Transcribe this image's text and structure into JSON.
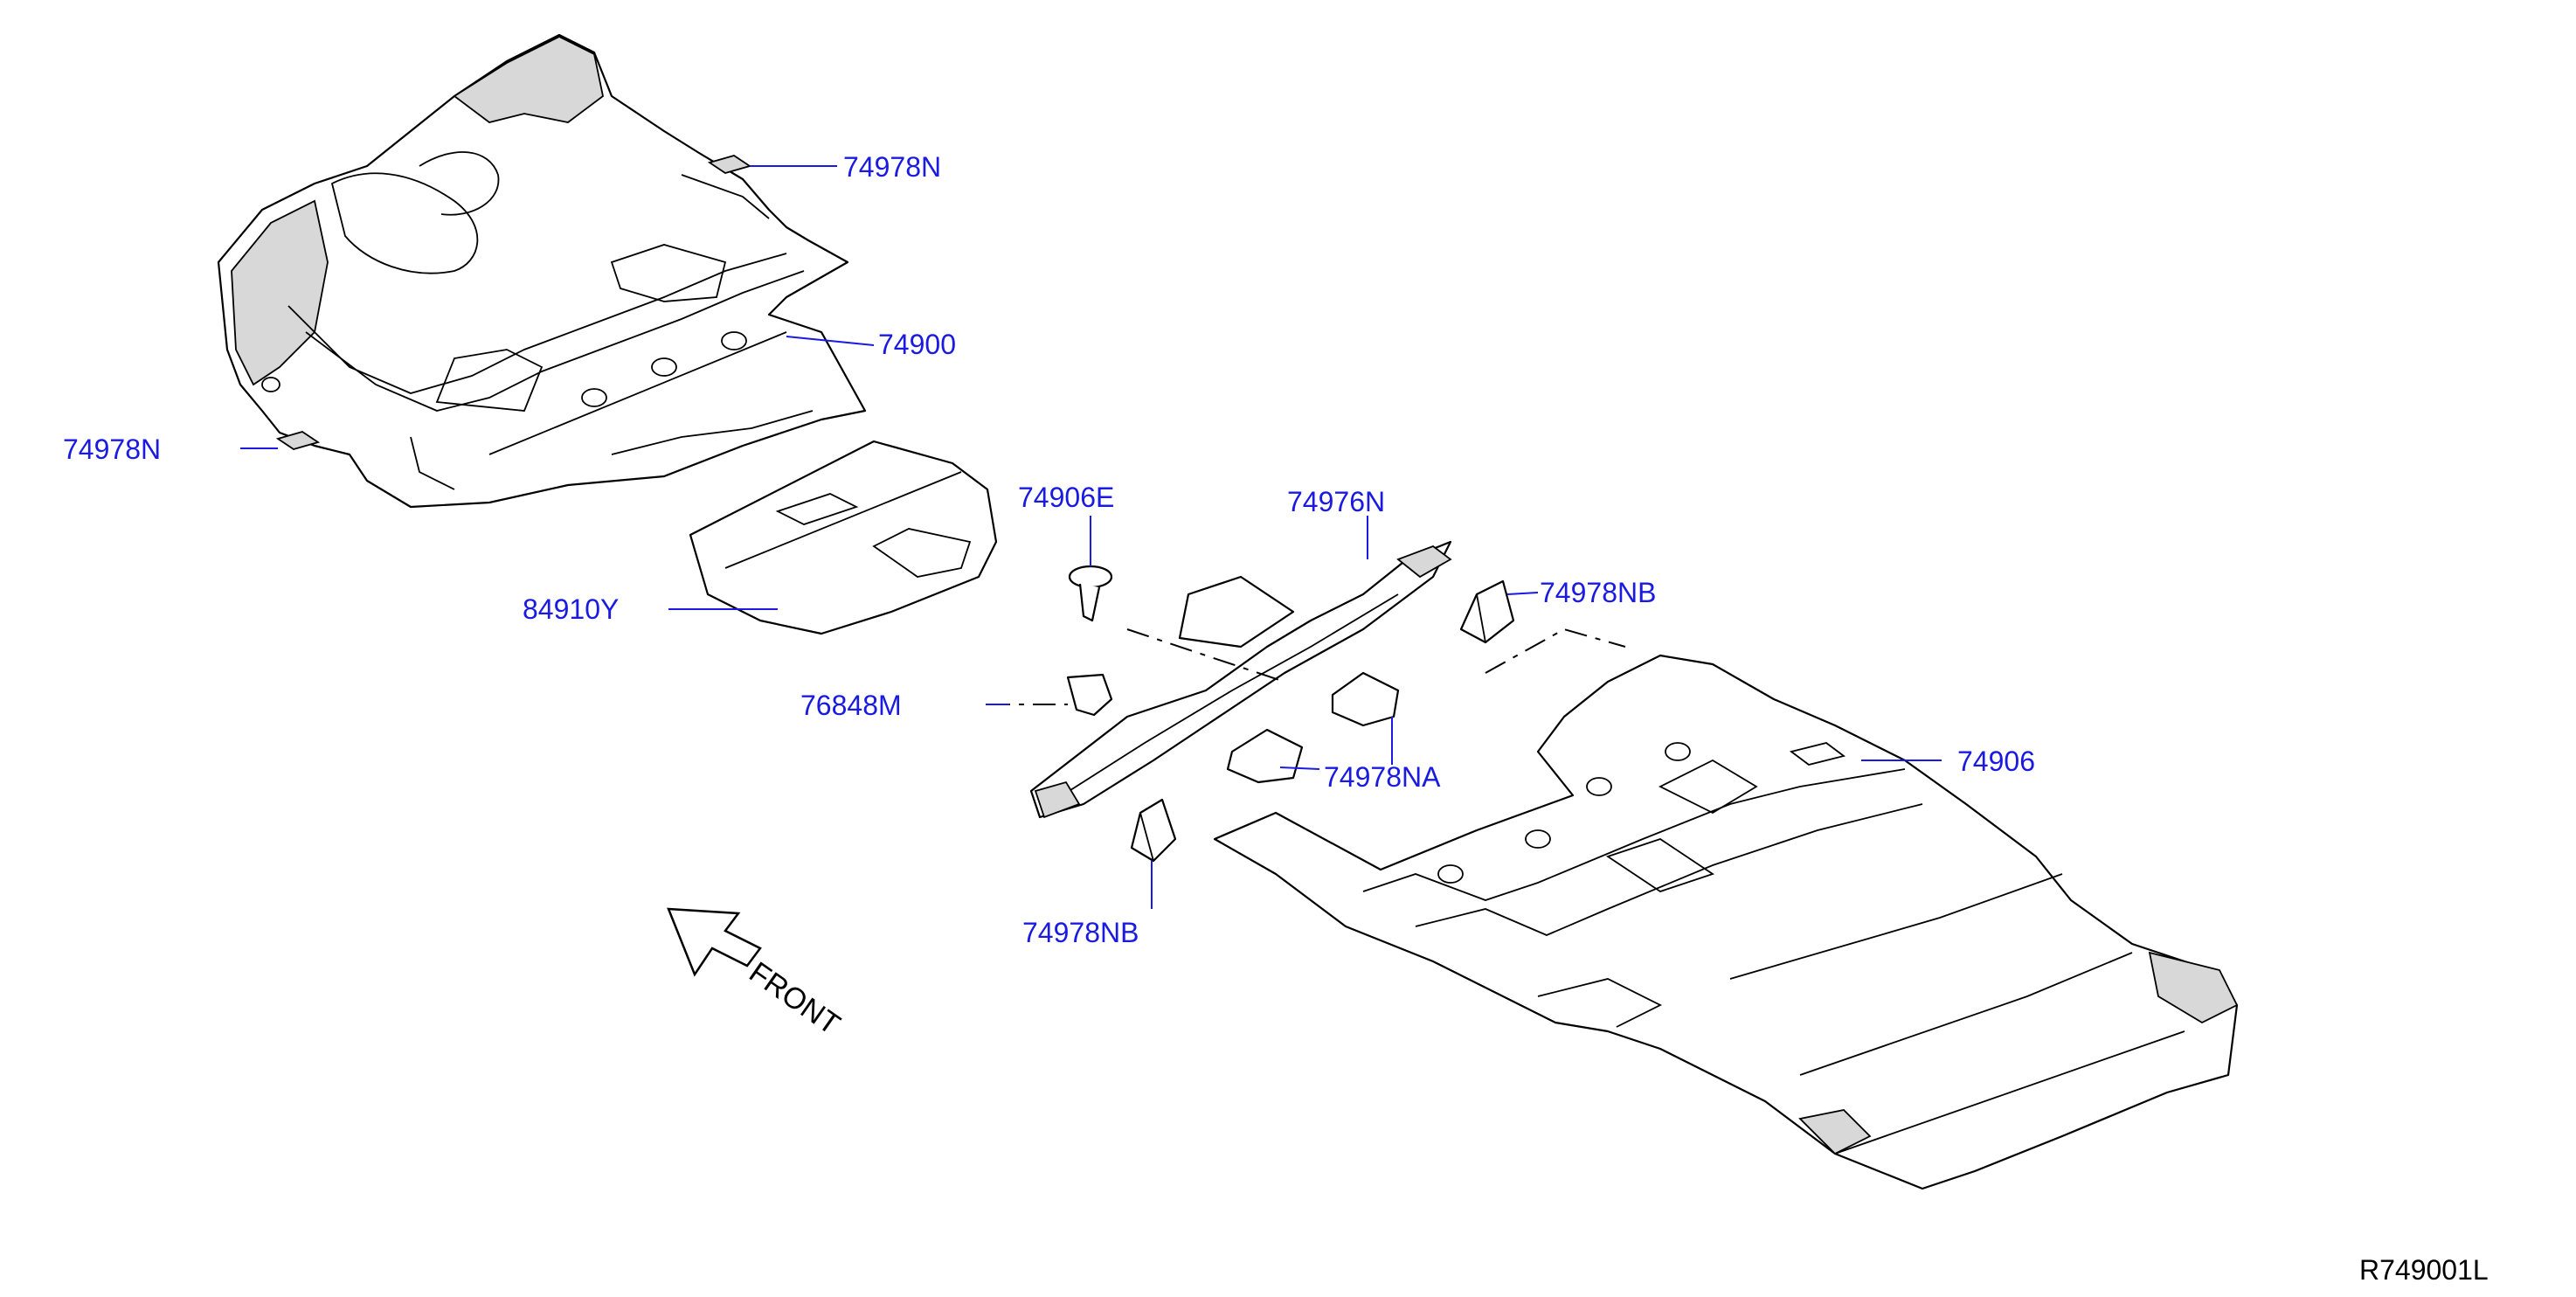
{
  "diagram": {
    "labels": {
      "l1": "74978N",
      "l2": "74900",
      "l3": "74978N",
      "l4": "84910Y",
      "l5": "74906E",
      "l6": "76848M",
      "l7": "74976N",
      "l8": "74978NB",
      "l9": "74978NA",
      "l10": "74906",
      "l11": "74978NB"
    },
    "front_label": "FRONT",
    "reference_code": "R749001L"
  }
}
